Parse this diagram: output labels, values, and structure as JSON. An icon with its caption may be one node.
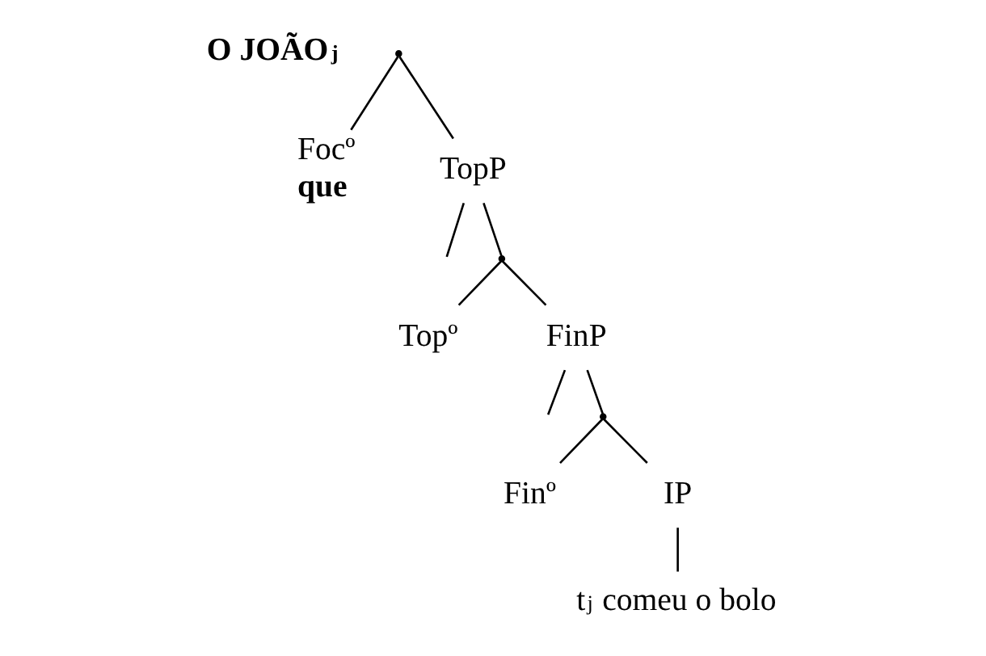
{
  "diagram": {
    "nodes": [
      {
        "text": [],
        "shape": "point"
      },
      {
        "text": [
          "Focº"
        ],
        "beside": [
          "que"
        ]
      },
      {
        "text": [
          "TopP"
        ]
      },
      {
        "text": [],
        "shape": "point"
      },
      {
        "text": [
          "Topº"
        ]
      },
      {
        "text": [
          "FinP"
        ]
      },
      {
        "text": [],
        "shape": "point"
      },
      {
        "text": [
          "Finº"
        ]
      },
      {
        "text": [
          "IP"
        ]
      },
      {
        "text": [
          "t$_{j}$ comeu o bolo"
        ]
      }
    ],
    "edges": [
      {
        "from": 0,
        "to": 1,
        "arrow": "none"
      },
      {
        "from": 0,
        "to": 2,
        "arrow": "none"
      },
      {
        "from": 2,
        "to": null,
        "arrow": "none"
      },
      {
        "from": 2,
        "to": 3,
        "arrow": "none"
      },
      {
        "from": 3,
        "to": 4,
        "arrow": "none"
      },
      {
        "from": 3,
        "to": 5,
        "arrow": "none"
      },
      {
        "from": 5,
        "to": null,
        "arrow": "none"
      },
      {
        "from": 5,
        "to": 6,
        "arrow": "none"
      },
      {
        "from": 6,
        "to": 7,
        "arrow": "none"
      },
      {
        "from": 6,
        "to": 8,
        "arrow": "none"
      },
      {
        "from": 8,
        "to": 9,
        "arrow": "none"
      }
    ],
    "labels": [
      "O JOÃO$_{j}$"
    ]
  }
}
